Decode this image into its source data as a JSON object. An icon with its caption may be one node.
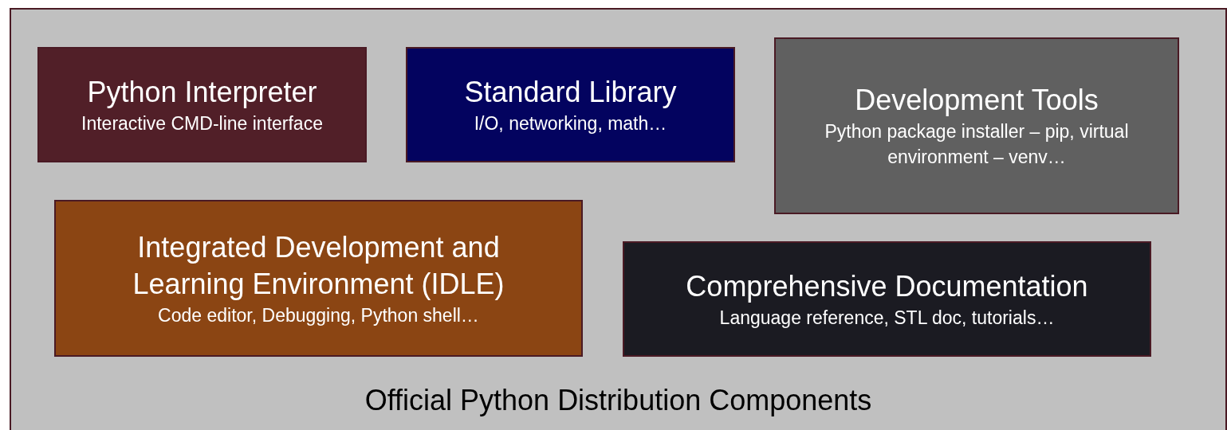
{
  "diagram": {
    "nodes": [
      {
        "text": [
          "Official Python Distribution Components"
        ]
      },
      {
        "text": [
          "Python Interpreter",
          "Interactive CMD-line interface"
        ],
        "in": 0
      },
      {
        "text": [
          "Standard Library",
          "I/O, networking, math…"
        ],
        "in": 0
      },
      {
        "text": [
          "Development Tools",
          "Python package installer – pip, virtual environment – venv…"
        ],
        "in": 0
      },
      {
        "text": [
          "Integrated Development and Learning Environment (IDLE)",
          "Code editor, Debugging, Python shell…"
        ],
        "in": 0
      },
      {
        "text": [
          "Comprehensive Documentation",
          "Language reference, STL doc, tutorials…"
        ],
        "in": 0
      }
    ]
  }
}
